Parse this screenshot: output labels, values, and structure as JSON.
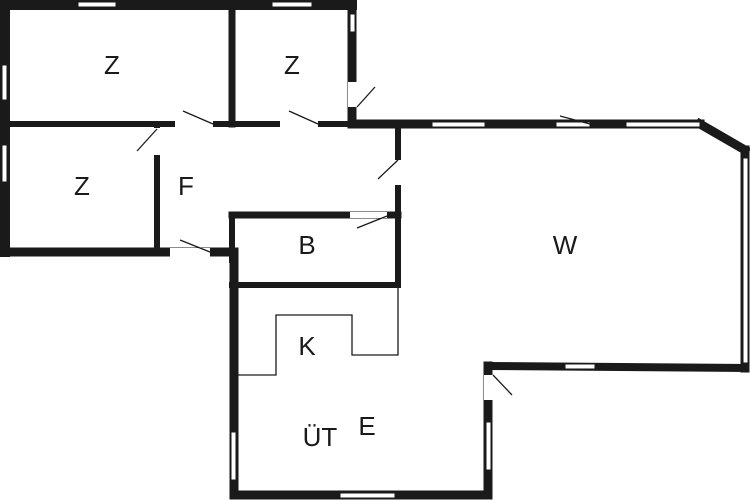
{
  "plan": {
    "rooms": [
      {
        "id": "room-1",
        "label": "Z"
      },
      {
        "id": "room-2",
        "label": "Z"
      },
      {
        "id": "room-3",
        "label": "Z"
      },
      {
        "id": "hallway",
        "label": "F"
      },
      {
        "id": "bathroom",
        "label": "B"
      },
      {
        "id": "living",
        "label": "W"
      },
      {
        "id": "kitchen",
        "label": "K"
      },
      {
        "id": "dining",
        "label": "ÜT"
      },
      {
        "id": "dining-sup",
        "label": "E"
      }
    ],
    "colors": {
      "wall": "#1a1a1a",
      "background": "#ffffff"
    }
  }
}
